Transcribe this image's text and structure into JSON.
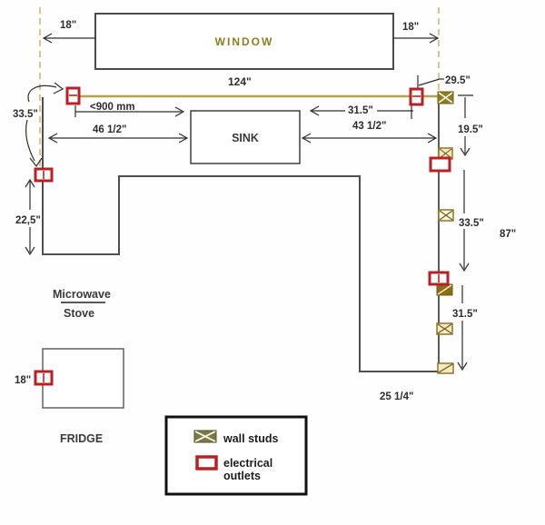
{
  "labels": {
    "window": "WINDOW",
    "sink": "SINK",
    "fridge": "FRIDGE",
    "microwave": "Microwave",
    "stove": "Stove"
  },
  "measurements": {
    "window_left_gap": "18\"",
    "window_right_gap": "18\"",
    "window_width": "124\"",
    "corner_offset": "29.5\"",
    "outlet_clearance_mm": "<900 mm",
    "wall_to_sink_left": "46 1/2\"",
    "sink_to_outlet_right": "31.5\"",
    "sink_to_corner_right": "43 1/2\"",
    "right_segment_top": "19.5\"",
    "left_outlet_span": "33.5\"",
    "right_segment_mid": "33.5\"",
    "right_wall_total": "87\"",
    "right_segment_bottom": "31.5\"",
    "left_wall_lower": "22,5\"",
    "bottom_counter_depth": "25 1/4\"",
    "fridge_outlet_height": "18\""
  },
  "legend": {
    "wall_studs": "wall studs",
    "electrical_line1": "electrical",
    "electrical_line2": "outlets"
  },
  "colors": {
    "outlet_red": "#b92025",
    "stud_dark_fill": "#8f7d1e",
    "stud_dark_fill_2": "#8a6d15",
    "stud_light_fill": "#f5e8c4",
    "stud_border": "#8a6d15",
    "dashed_tan": "#cdb96a",
    "wall_tan": "#b8a145",
    "window_text": "#8a7d1f",
    "line_dark": "#2d2d2d"
  }
}
